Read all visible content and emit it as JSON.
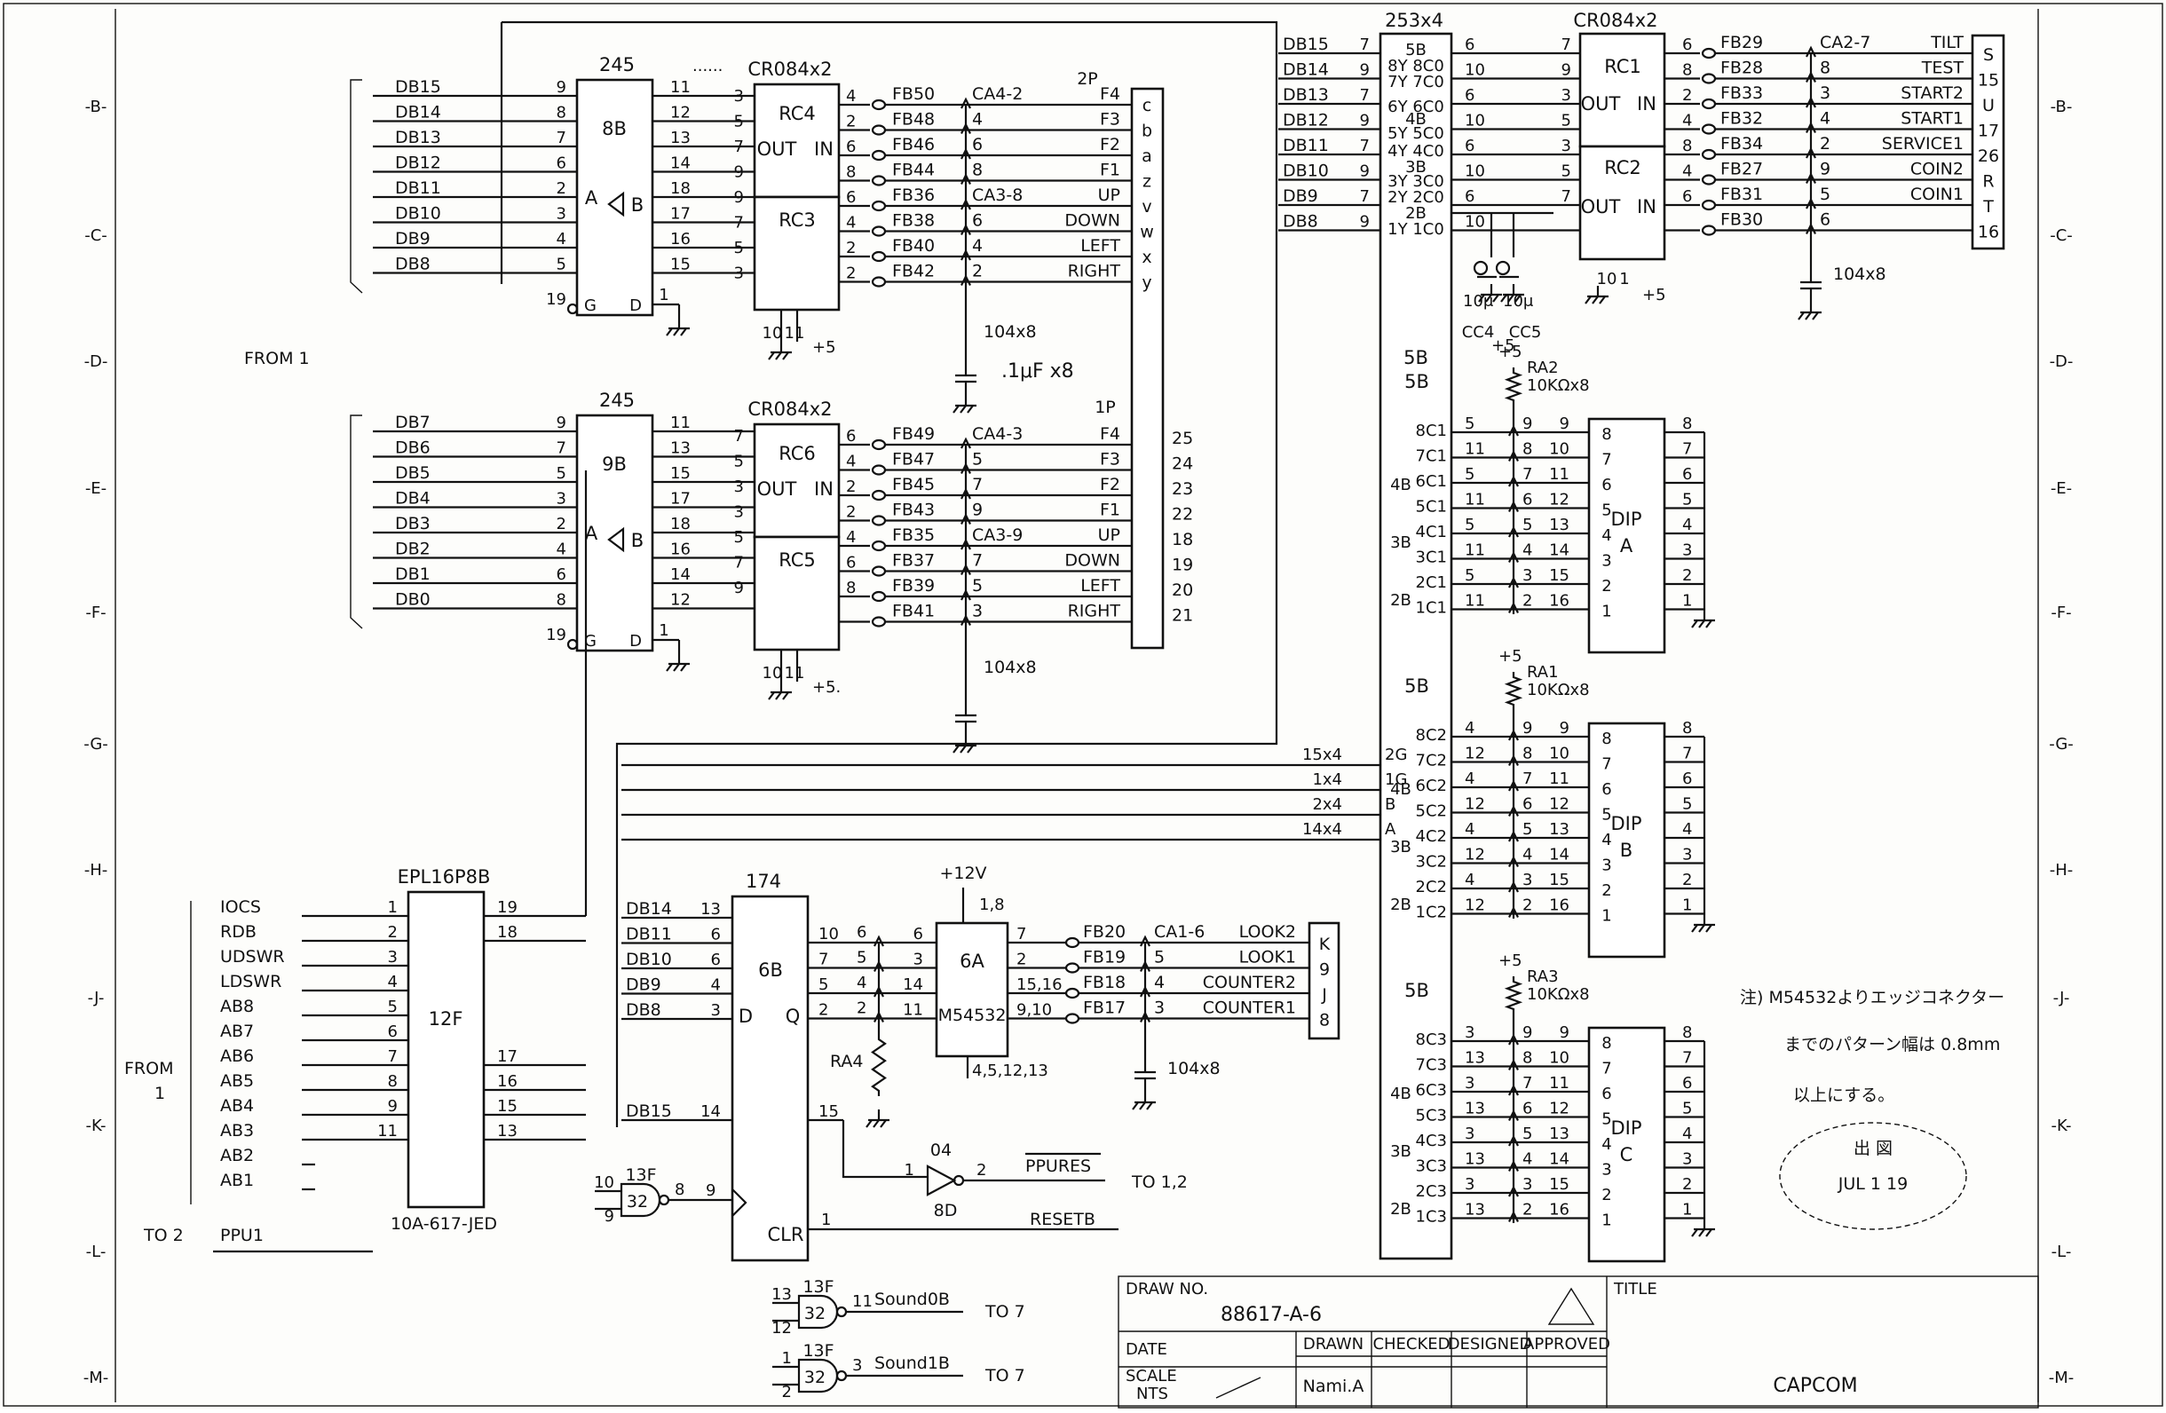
{
  "margin_letters": [
    "B",
    "C",
    "D",
    "E",
    "F",
    "G",
    "H",
    "J",
    "K",
    "L",
    "M"
  ],
  "buffer_top": {
    "name": "8B",
    "part": "245",
    "pins_in": [
      "9",
      "8",
      "7",
      "6",
      "2",
      "3",
      "4",
      "5"
    ],
    "pins_out": [
      "11",
      "12",
      "13",
      "14",
      "18",
      "17",
      "16",
      "15"
    ],
    "g": "19",
    "g_label": "G",
    "d_label": "D",
    "d_pin": "1",
    "ab": "A",
    "b": "B",
    "dots": "......"
  },
  "buffer_bot": {
    "name": "9B",
    "part": "245",
    "pins_in": [
      "9",
      "7",
      "5",
      "3",
      "2",
      "4",
      "6",
      "8"
    ],
    "pins_out": [
      "11",
      "13",
      "15",
      "17",
      "18",
      "16",
      "14",
      "12"
    ],
    "g": "19",
    "g_label": "G",
    "d_label": "D",
    "d_pin": "1",
    "ab": "A",
    "b": "B"
  },
  "db_top": [
    "DB15",
    "DB14",
    "DB13",
    "DB12",
    "DB11",
    "DB10",
    "DB9",
    "DB8"
  ],
  "db_bot": [
    "DB7",
    "DB6",
    "DB5",
    "DB4",
    "DB3",
    "DB2",
    "DB1",
    "DB0"
  ],
  "rc_top": {
    "part": "CR084x2",
    "upper": "RC4",
    "lower": "RC3",
    "out": "OUT",
    "in": "IN",
    "pins_l": [
      "3",
      "5",
      "7",
      "9",
      "9",
      "7",
      "5",
      "3"
    ],
    "pins_r": [
      "4",
      "2",
      "6",
      "8",
      "6",
      "4",
      "2",
      "2"
    ],
    "fb": [
      "FB50",
      "FB48",
      "FB46",
      "FB44",
      "FB36",
      "FB38",
      "FB40",
      "FB42"
    ],
    "pins_c": [
      "CA4-2",
      "4",
      "6",
      "8",
      "CA3-8",
      "6",
      "4",
      "2"
    ],
    "sig": [
      "F4",
      "F3",
      "F2",
      "F1",
      "UP",
      "DOWN",
      "LEFT",
      "RIGHT"
    ],
    "gnd": "10",
    "gnd2": "11",
    "vcc": "+5"
  },
  "rc_bot": {
    "part": "CR084x2",
    "upper": "RC6",
    "lower": "RC5",
    "out": "OUT",
    "in": "IN",
    "pins_l": [
      "7",
      "5",
      "3",
      "3",
      "5",
      "7",
      "9"
    ],
    "pins_r": [
      "6",
      "4",
      "2",
      "2",
      "4",
      "6",
      "8"
    ],
    "fb": [
      "FB49",
      "FB47",
      "FB45",
      "FB43",
      "FB35",
      "FB37",
      "FB39",
      "FB41"
    ],
    "pins_c": [
      "CA4-3",
      "5",
      "7",
      "9",
      "CA3-9",
      "7",
      "5",
      "3"
    ],
    "sig": [
      "F4",
      "F3",
      "F2",
      "F1",
      "UP",
      "DOWN",
      "LEFT",
      "RIGHT"
    ],
    "gnd": "10",
    "gnd2": "11",
    "vcc": "+5."
  },
  "cap_top": "104x8",
  "cap_bot": "104x8",
  "handnote": ".1μF x8",
  "conn_2p": {
    "label": "2P",
    "letters": [
      "c",
      "b",
      "a",
      "z",
      "v",
      "w",
      "x",
      "y"
    ]
  },
  "conn_1p": {
    "label": "1P",
    "nums": [
      "25",
      "24",
      "23",
      "22",
      "18",
      "19",
      "20",
      "21"
    ]
  },
  "from1": "FROM 1",
  "mux": {
    "part": "253x4",
    "labels": [
      "5B",
      "8Y 8C0",
      "7Y 7C0",
      "6Y 6C0",
      "4B",
      "5Y 5C0",
      "4Y 4C0",
      "3B",
      "3Y 3C0",
      "2Y 2C0",
      "2B",
      "1Y 1C0"
    ],
    "db": [
      "DB15",
      "DB14",
      "DB13",
      "DB12",
      "DB11",
      "DB10",
      "DB9",
      "DB8"
    ],
    "pins_l": [
      "7",
      "9",
      "7",
      "9",
      "7",
      "9",
      "7",
      "9"
    ],
    "pins_r": [
      "6",
      "10",
      "6",
      "10",
      "6",
      "10",
      "6",
      "10"
    ],
    "mid_5b": "5B"
  },
  "rc12": {
    "part": "CR084x2",
    "upper": "RC1",
    "lower": "RC2",
    "out": "OUT",
    "in": "IN",
    "pins_l": [
      "7",
      "9",
      "3",
      "5",
      "3",
      "5",
      "7"
    ],
    "pins_r": [
      "6",
      "8",
      "2",
      "4",
      "8",
      "4",
      "6"
    ],
    "fb": [
      "FB29",
      "FB28",
      "FB33",
      "FB32",
      "FB34",
      "FB27",
      "FB31",
      "FB30"
    ],
    "pins_c": [
      "CA2-7",
      "8",
      "3",
      "4",
      "2",
      "9",
      "5",
      "6"
    ],
    "sig": [
      "TILT",
      "TEST",
      "START2",
      "START1",
      "SERVICE1",
      "COIN2",
      "COIN1"
    ],
    "gnd": "10",
    "gnd2": "1",
    "vcc": "+5",
    "cap": "104x8"
  },
  "conn_sw": {
    "letters": [
      "S",
      "15",
      "U",
      "17",
      "26",
      "R",
      "T",
      "16"
    ]
  },
  "cc": {
    "c4": "CC4",
    "c5": "CC5",
    "v": "10μ",
    "v2": "10μ",
    "plus": "+5"
  },
  "ra2": {
    "name": "RA2",
    "val": "10KΩx8",
    "vcc": "+5"
  },
  "ra1": {
    "name": "RA1",
    "val": "10KΩx8",
    "vcc": "+5"
  },
  "ra3": {
    "name": "RA3",
    "val": "10KΩx8",
    "vcc": "+5"
  },
  "dipA": {
    "label": "DIP",
    "id": "A",
    "mux": [
      "8C1",
      "7C1",
      "6C1",
      "5C1",
      "4C1",
      "3C1",
      "2C1",
      "1C1"
    ],
    "pl": [
      "5",
      "11",
      "5",
      "11",
      "5",
      "11",
      "5",
      "11"
    ],
    "pm": [
      "9",
      "8",
      "7",
      "6",
      "5",
      "4",
      "3",
      "2"
    ],
    "pr": [
      "9",
      "10",
      "11",
      "12",
      "13",
      "14",
      "15",
      "16"
    ],
    "num": [
      "8",
      "7",
      "6",
      "5",
      "4",
      "3",
      "2",
      "1"
    ],
    "grp": [
      "4B",
      "3B",
      "2B"
    ]
  },
  "dipB": {
    "label": "DIP",
    "id": "B",
    "mux": [
      "8C2",
      "7C2",
      "6C2",
      "5C2",
      "4C2",
      "3C2",
      "2C2",
      "1C2"
    ],
    "pl": [
      "4",
      "12",
      "4",
      "12",
      "4",
      "12",
      "4",
      "12"
    ],
    "pm": [
      "9",
      "8",
      "7",
      "6",
      "5",
      "4",
      "3",
      "2"
    ],
    "pr": [
      "9",
      "10",
      "11",
      "12",
      "13",
      "14",
      "15",
      "16"
    ],
    "num": [
      "8",
      "7",
      "6",
      "5",
      "4",
      "3",
      "2",
      "1"
    ],
    "grp": [
      "4B",
      "3B",
      "2B"
    ],
    "sel": [
      "2G",
      "1G",
      "B",
      "A"
    ],
    "sel_src": [
      "15x4",
      "1x4",
      "2x4",
      "14x4"
    ]
  },
  "dipC": {
    "label": "DIP",
    "id": "C",
    "mux": [
      "8C3",
      "7C3",
      "6C3",
      "5C3",
      "4C3",
      "3C3",
      "2C3",
      "1C3"
    ],
    "pl": [
      "3",
      "13",
      "3",
      "13",
      "3",
      "13",
      "3",
      "13"
    ],
    "pm": [
      "9",
      "8",
      "7",
      "6",
      "5",
      "4",
      "3",
      "2"
    ],
    "pr": [
      "9",
      "10",
      "11",
      "12",
      "13",
      "14",
      "15",
      "16"
    ],
    "num": [
      "8",
      "7",
      "6",
      "5",
      "4",
      "3",
      "2",
      "1"
    ],
    "grp": [
      "4B",
      "3B",
      "2B"
    ]
  },
  "pal": {
    "part": "EPL16P8B",
    "name": "12F",
    "jed": "10A-617-JED",
    "in_sig": [
      "IOCS",
      "RDB",
      "UDSWR",
      "LDSWR",
      "AB8",
      "AB7",
      "AB6",
      "AB5",
      "AB4",
      "AB3",
      "AB2",
      "AB1"
    ],
    "in_pins": [
      "1",
      "2",
      "3",
      "4",
      "5",
      "6",
      "7",
      "8",
      "9",
      "11"
    ],
    "out_pins": [
      "19",
      "18",
      "17",
      "16",
      "15",
      "13"
    ],
    "from": "FROM",
    "from2": "1",
    "ppu": "PPU1",
    "to2": "TO 2"
  },
  "latch": {
    "part": "174",
    "name": "6B",
    "d": "D",
    "q": "Q",
    "clr": "CLR",
    "db": [
      "DB14",
      "DB11",
      "DB10",
      "DB9",
      "DB8"
    ],
    "pins_in": [
      "13",
      "6",
      "6",
      "4",
      "3"
    ],
    "pins_out": [
      "10",
      "7",
      "5",
      "2"
    ],
    "clk_db": "DB15",
    "clk_pin": "14",
    "q15": "15",
    "clr_pin": "1"
  },
  "drv": {
    "part": "M54532",
    "name": "6A",
    "vcc": "+12V",
    "vpin": "1,8",
    "gnd_pins": "4,5,12,13",
    "pins_a": [
      "6",
      "5",
      "4",
      "2"
    ],
    "pins_b": [
      "6",
      "3",
      "14",
      "11"
    ],
    "pins_c": [
      "7",
      "2",
      "15,16",
      "9,10"
    ],
    "fb": [
      "FB20",
      "FB19",
      "FB18",
      "FB17"
    ],
    "pins_d": [
      "CA1-6",
      "5",
      "4",
      "3"
    ],
    "sig": [
      "LOOK2",
      "LOOK1",
      "COUNTER2",
      "COUNTER1"
    ],
    "ra4": "RA4",
    "cap": "104x8"
  },
  "k9": {
    "letters": [
      "K",
      "9",
      "J",
      "8"
    ]
  },
  "nand1": {
    "name": "13F",
    "num": "32",
    "a": "10",
    "b": "9",
    "o": "8",
    "out": "9"
  },
  "inv": {
    "name": "8D",
    "num": "04",
    "a": "1",
    "o": "2",
    "sig": "PPURES",
    "to": "TO 1,2",
    "resetb": "RESETB"
  },
  "nand2": {
    "name": "13F",
    "num": "32",
    "a": "13",
    "b": "12",
    "o": "11",
    "sig": "Sound0B",
    "to": "TO 7"
  },
  "nand3": {
    "name": "13F",
    "num": "32",
    "a": "1",
    "b": "2",
    "o": "3",
    "sig": "Sound1B",
    "to": "TO 7"
  },
  "note": {
    "l1": "注) M54532よりエッジコネクター",
    "l2": "までのパターン幅は 0.8mm",
    "l3": "以上にする。"
  },
  "stamp": {
    "l1": "出  図",
    "l2": "JUL 1 19",
    "l3": ""
  },
  "title_block": {
    "draw_no_label": "DRAW NO.",
    "draw_no": "88617-A-6",
    "date": "DATE",
    "scale": "SCALE",
    "nts": "NTS",
    "drawn": "DRAWN",
    "checked": "CHECKED",
    "designed": "DESIGNED",
    "approved": "APPROVED",
    "name": "Nami.A",
    "title": "TITLE",
    "company": "CAPCOM"
  }
}
